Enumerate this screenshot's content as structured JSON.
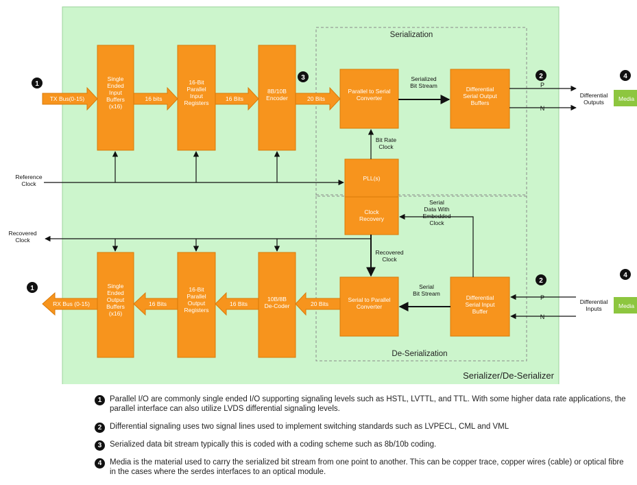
{
  "blocks": {
    "tx_input_buffers": "Single\nEnded\nInput\nBuffers\n(x16)",
    "tx_registers": "16-Bit\nParallel\nInput\nRegisters",
    "encoder": "8B/10B\nEncoder",
    "p2s": "Parallel to Serial\nConverter",
    "diff_out": "Differential\nSerial Output\nBuffers",
    "pll": "PLL(s)",
    "clock_recovery": "Clock\nRecovery",
    "rx_output_buffers": "Single\nEnded\nOutput\nBuffers\n(x16)",
    "rx_registers": "16-Bit\nParallel\nOutput\nRegisters",
    "decoder": "10B/8B\nDe-Coder",
    "s2p": "Serial to Parallel\nConverter",
    "diff_in": "Differential\nSerial Input\nBuffer"
  },
  "arrows": {
    "tx_bus": "TX Bus(0-15)",
    "tx_16bits": "16 bits",
    "tx_16Bits": "16 Bits",
    "tx_20bits": "20 Bits",
    "rx_bus": "RX Bus (0-15)",
    "rx_16bits_a": "16 Bits",
    "rx_16bits_b": "16 Bits",
    "rx_20bits": "20 Bits"
  },
  "labels": {
    "serialization": "Serialization",
    "deserialization": "De-Serialization",
    "serdes": "Serializer/De-Serializer",
    "serialized_stream": "Serialized\nBit Stream",
    "bit_rate_clock": "Bit Rate\nClock",
    "reference_clock": "Reference\nClock",
    "recovered_clock_left": "Recovered\nClock",
    "recovered_clock_mid": "Recovered\nClock",
    "serial_data_embedded": "Serial\nData With\nEmbedded\nClock",
    "serial_bit_stream": "Serial\nBit Stream",
    "p_out": "P",
    "n_out": "N",
    "p_in": "P",
    "n_in": "N",
    "diff_outputs": "Differential\nOutputs",
    "diff_inputs": "Differential\nInputs",
    "media_top": "Media",
    "media_bottom": "Media"
  },
  "markers": {
    "m1_tx": "1",
    "m1_rx": "1",
    "m2_tx": "2",
    "m2_rx": "2",
    "m3": "3",
    "m4_tx": "4",
    "m4_rx": "4"
  },
  "notes": [
    {
      "num": "1",
      "text": "Parallel I/O are commonly single ended I/O supporting signaling levels such as HSTL, LVTTL, and TTL.  With some higher data rate applications, the parallel interface can also utilize LVDS differential signaling levels."
    },
    {
      "num": "2",
      "text": "Differential signaling uses two signal lines used to implement switching standards such as LVPECL, CML and VML"
    },
    {
      "num": "3",
      "text": "Serialized data bit stream typically this is coded with a coding scheme such as 8b/10b coding."
    },
    {
      "num": "4",
      "text": "Media is the material used to carry the serialized bit stream from one point to another.  This can be copper trace, copper wires (cable) or optical fibre in the cases where the serdes interfaces to an optical module."
    }
  ],
  "colors": {
    "block": "#f7941d",
    "block_border": "#d97a08",
    "panel": "#ccf5cc",
    "media": "#8dc63f"
  }
}
